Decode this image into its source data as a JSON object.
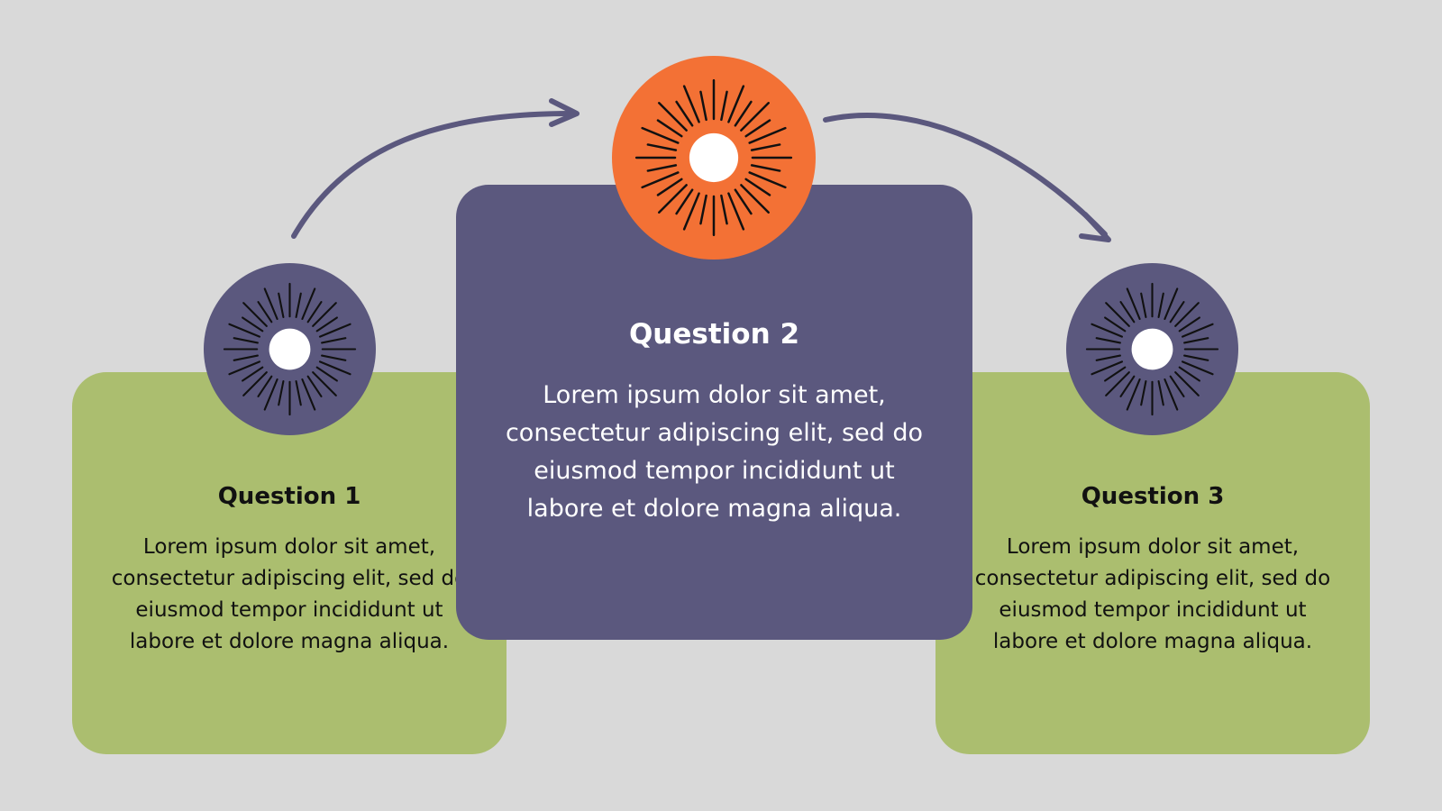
{
  "colors": {
    "background": "#d9d9d9",
    "side_card": "#abbe6f",
    "center_card": "#5b587e",
    "accent_orange": "#f37135",
    "arrow": "#5b587e",
    "ray": "#111111"
  },
  "icons": {
    "badge": "sunburst-icon",
    "connector": "curved-arrow-icon"
  },
  "questions": [
    {
      "title": "Question 1",
      "text": "Lorem ipsum dolor sit amet, consectetur adipiscing elit, sed do eiusmod tempor incididunt ut labore et dolore magna aliqua."
    },
    {
      "title": "Question 2",
      "text": "Lorem ipsum dolor sit amet, consectetur adipiscing elit, sed do eiusmod tempor incididunt ut labore et dolore magna aliqua."
    },
    {
      "title": "Question 3",
      "text": "Lorem ipsum dolor sit amet, consectetur adipiscing elit, sed do eiusmod tempor incididunt ut labore et dolore magna aliqua."
    }
  ]
}
